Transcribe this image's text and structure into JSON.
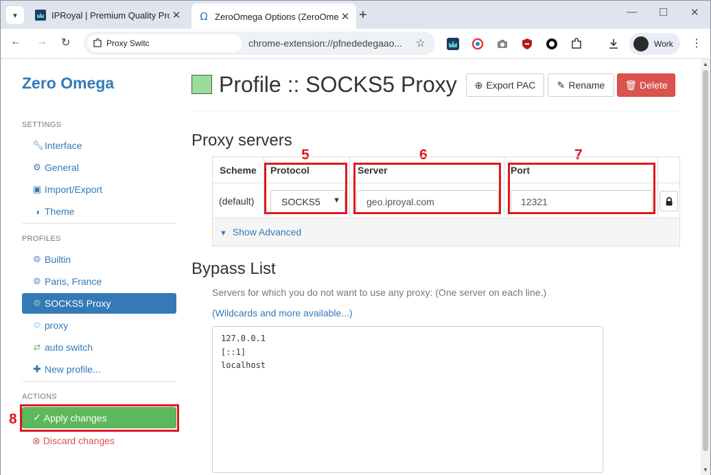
{
  "browser": {
    "tabs": [
      {
        "title": "IPRoyal | Premium Quality Proxies",
        "active": false
      },
      {
        "title": "ZeroOmega Options (ZeroOmega)",
        "active": true
      }
    ],
    "new_tab_label": "+",
    "site_chip": "Proxy Switc",
    "url": "chrome-extension://pfnededegaaopdmhkdmcofjmoldfiped/options.html",
    "profile_name": "Work"
  },
  "sidebar": {
    "brand": "Zero Omega",
    "settings_header": "SETTINGS",
    "settings_items": [
      {
        "label": "Interface",
        "icon": "wrench-icon"
      },
      {
        "label": "General",
        "icon": "gear-icon"
      },
      {
        "label": "Import/Export",
        "icon": "save-icon"
      },
      {
        "label": "Theme",
        "icon": "contrast-icon"
      }
    ],
    "profiles_header": "PROFILES",
    "profile_items": [
      {
        "label": "Builtin",
        "icon": "globe-icon",
        "color": "#337ab7"
      },
      {
        "label": "Paris, France",
        "icon": "globe-icon",
        "color": "#337ab7"
      },
      {
        "label": "SOCKS5 Proxy",
        "icon": "globe-icon",
        "color": "#99dd99"
      },
      {
        "label": "proxy",
        "icon": "globe-icon",
        "color": "#99ccee"
      },
      {
        "label": "auto switch",
        "icon": "retweet-icon",
        "color": "#99dd99"
      },
      {
        "label": "New profile...",
        "icon": "plus-icon",
        "color": "#337ab7"
      }
    ],
    "actions_header": "ACTIONS",
    "apply_label": "Apply changes",
    "discard_label": "Discard changes"
  },
  "main": {
    "profile_title": "Profile :: SOCKS5 Proxy",
    "profile_color": "#99dd99",
    "export_pac_label": "Export PAC",
    "rename_label": "Rename",
    "delete_label": "Delete",
    "proxy_servers_heading": "Proxy servers",
    "table_headers": {
      "scheme": "Scheme",
      "protocol": "Protocol",
      "server": "Server",
      "port": "Port"
    },
    "row": {
      "scheme": "(default)",
      "protocol": "SOCKS5",
      "server": "geo.iproyal.com",
      "port": "12321"
    },
    "show_advanced_label": "Show Advanced",
    "bypass_heading": "Bypass List",
    "bypass_help": "Servers for which you do not want to use any proxy: (One server on each line.)",
    "wildcards_link": "(Wildcards and more available...)",
    "bypass_list": [
      "127.0.0.1",
      "[::1]",
      "localhost"
    ]
  },
  "annotations": {
    "protocol": "5",
    "server": "6",
    "port": "7",
    "apply": "8"
  },
  "colors": {
    "link": "#337ab7",
    "success": "#5cb85c",
    "danger": "#d9534f",
    "annotation": "#e0161e"
  }
}
